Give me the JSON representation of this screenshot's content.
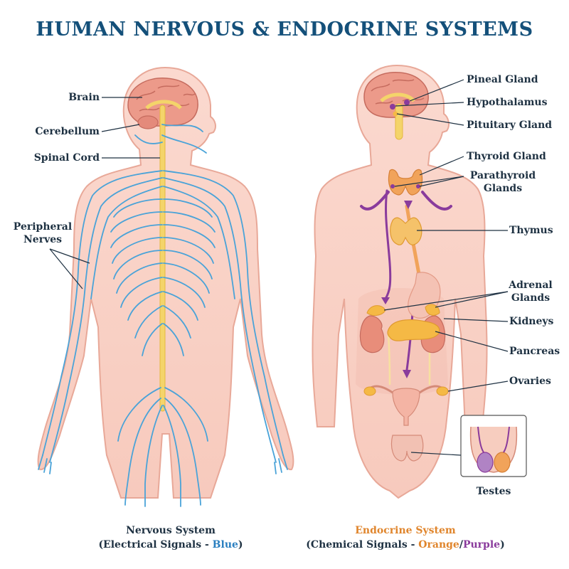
{
  "title": "HUMAN NERVOUS & ENDOCRINE SYSTEMS",
  "nervous": {
    "labels": {
      "brain": "Brain",
      "cerebellum": "Cerebellum",
      "spinal_cord": "Spinal Cord",
      "peripheral_nerves_line1": "Peripheral",
      "peripheral_nerves_line2": "Nerves"
    },
    "caption": {
      "line1": "Nervous System",
      "line2_prefix": "(Electrical Signals - ",
      "line2_color_word": "Blue",
      "line2_suffix": ")"
    }
  },
  "endocrine": {
    "labels": {
      "pineal_gland": "Pineal Gland",
      "hypothalamus": "Hypothalamus",
      "pituitary_gland": "Pituitary Gland",
      "thyroid_gland": "Thyroid Gland",
      "parathyroid_line1": "Parathyroid",
      "parathyroid_line2": "Glands",
      "thymus": "Thymus",
      "adrenal_line1": "Adrenal",
      "adrenal_line2": "Glands",
      "kidneys": "Kidneys",
      "pancreas": "Pancreas",
      "ovaries": "Ovaries",
      "testes": "Testes"
    },
    "caption": {
      "line1": "Endocrine System",
      "line2_prefix": "(Chemical Signals - ",
      "line2_orange": "Orange",
      "line2_slash": "/",
      "line2_purple": "Purple",
      "line2_suffix": ")"
    }
  },
  "colors": {
    "title": "#14507a",
    "skin": "#f9d3c8",
    "skin_outline": "#e8a898",
    "nerve": "#4aa3d8",
    "spinal": "#f4d46a",
    "gland": "#f5b945",
    "purple": "#8a3b9c",
    "brain": "#ec9a8a"
  }
}
